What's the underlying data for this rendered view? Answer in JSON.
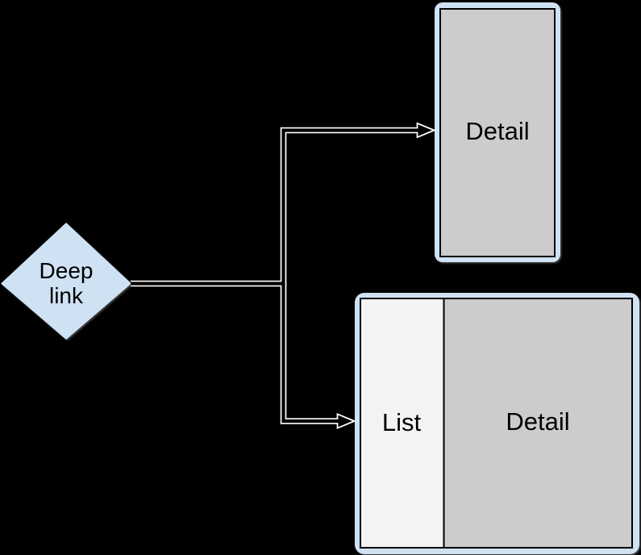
{
  "diagram": {
    "background_color": "#000000",
    "deep_link_node": {
      "label": "Deep link",
      "fill_color": "#cfe2f3"
    },
    "phone_node": {
      "label": "Detail",
      "frame_color": "#cfe2f3",
      "screen_color": "#cccccc"
    },
    "tablet_node": {
      "list_label": "List",
      "detail_label": "Detail",
      "frame_color": "#cfe2f3",
      "list_pane_color": "#f3f3f3",
      "detail_pane_color": "#cccccc"
    },
    "connector": {
      "core_color": "#000000",
      "outline_color": "#ffffff"
    }
  }
}
